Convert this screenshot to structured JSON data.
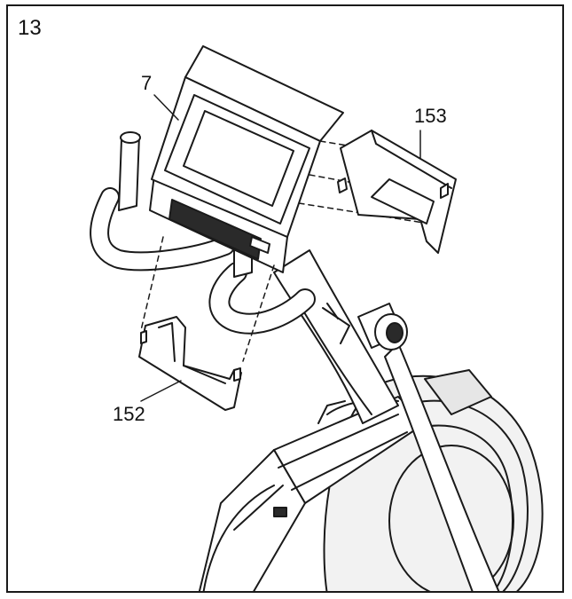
{
  "step": {
    "number": "13"
  },
  "callouts": {
    "console": "7",
    "rear_cover": "153",
    "front_cover": "152"
  },
  "colors": {
    "line": "#1a1a1a",
    "fill": "#ffffff",
    "shade": "#e6e6e6",
    "dark": "#2a2a2a"
  }
}
